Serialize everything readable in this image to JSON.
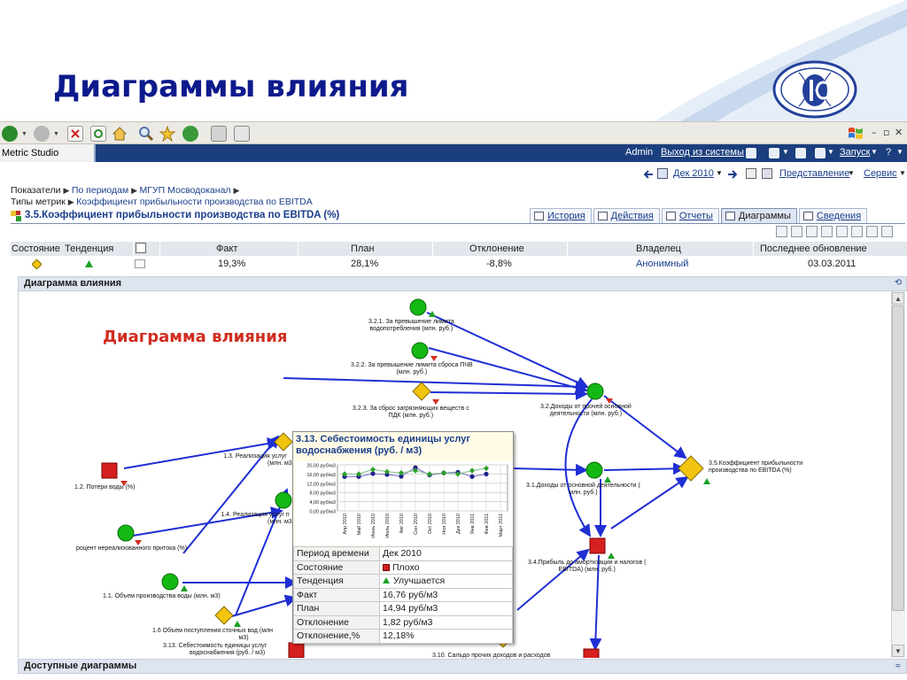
{
  "slide": {
    "title": "Диаграммы влияния"
  },
  "app": {
    "name": "Metric Studio",
    "user": "Admin",
    "logout": "Выход из системы",
    "launch": "Запуск",
    "help": "?"
  },
  "toolbar2": {
    "period": "Дек 2010",
    "view": "Представление",
    "service": "Сервис"
  },
  "breadcrumb": {
    "line1_label": "Показатели",
    "line1": [
      "По периодам",
      "МГУП Мосводоканал"
    ],
    "line2_label": "Типы метрик",
    "line2": [
      "Коэффициент прибыльности производства по EBITDA"
    ]
  },
  "metric_title": "3.5.Коэффициент прибыльности производства по EBITDA (%)",
  "tabs": [
    {
      "label": "История",
      "active": false
    },
    {
      "label": "Действия",
      "active": false
    },
    {
      "label": "Отчеты",
      "active": false
    },
    {
      "label": "Диаграммы",
      "active": true
    },
    {
      "label": "Сведения",
      "active": false
    }
  ],
  "metric_table": {
    "headers": [
      "Состояние",
      "Тенденция",
      "Факт",
      "План",
      "Отклонение",
      "Владелец",
      "Последнее обновление"
    ],
    "row": {
      "fact": "19,3%",
      "plan": "28,1%",
      "deviation": "-8,8%",
      "owner": "Анонимный",
      "updated": "03.03.2011"
    }
  },
  "panel_diagram": "Диаграмма влияния",
  "panel_available": "Доступные диаграммы",
  "diagram": {
    "heading": "Диаграмма влияния",
    "nodes": [
      {
        "id": "n321",
        "label": [
          "3.2.1. За превышение лимита",
          "водопотребления  (млн. руб.)"
        ]
      },
      {
        "id": "n322",
        "label": [
          "3.2.2. За превышение лимита сброса ПЧВ",
          "(млн. руб.)"
        ]
      },
      {
        "id": "n323",
        "label": [
          "3.2.3. За сброс загрязняющих веществ с",
          "ПДК  (млн. руб.)"
        ]
      },
      {
        "id": "n32",
        "label": [
          "3.2.Доходы от прочей основной",
          "деятельности  (млн. руб.)"
        ]
      },
      {
        "id": "n35",
        "label": [
          "3.5.Коэффициент прибыльности",
          "производства по EBITDA  (%)"
        ]
      },
      {
        "id": "n31",
        "label": [
          "3.1.Доходы от основной деятельности   (",
          "млн. руб.)"
        ]
      },
      {
        "id": "n34",
        "label": [
          "3.4.Прибыль до амортизации и налогов (",
          "EBITDA)  (млн. руб.)"
        ]
      },
      {
        "id": "n13",
        "label": [
          "1.3. Реализация услуг",
          "(млн. м3)"
        ]
      },
      {
        "id": "n12",
        "label": [
          "1.2. Потери воды  (%)"
        ]
      },
      {
        "id": "n14",
        "label": [
          "1.4. Реализация услуг п",
          "(млн. м3)"
        ]
      },
      {
        "id": "nunr",
        "label": [
          "роцент нереализованного притока  (%)"
        ]
      },
      {
        "id": "n11",
        "label": [
          "1.1. Объем производства воды  (млн. м3)"
        ]
      },
      {
        "id": "n16",
        "label": [
          "1.6 Объем поступления сточных вод  (млн",
          "м3)"
        ]
      },
      {
        "id": "n313",
        "label": [
          "3.13. Себестоимость единицы услуг",
          "водоснабжения  (руб. / м3)"
        ]
      },
      {
        "id": "n310",
        "label": [
          "3.10. Сальдо прочих доходов и расходов"
        ]
      }
    ]
  },
  "popup": {
    "title": "3.13. Себестоимость единицы услуг водоснабжения (руб. / м3)",
    "rows": [
      {
        "k": "Период времени",
        "v": "Дек 2010"
      },
      {
        "k": "Состояние",
        "v": "Плохо"
      },
      {
        "k": "Тенденция",
        "v": "Улучшается"
      },
      {
        "k": "Факт",
        "v": "16,76 руб/м3"
      },
      {
        "k": "План",
        "v": "14,94 руб/м3"
      },
      {
        "k": "Отклонение",
        "v": "1,82 руб/м3"
      },
      {
        "k": "Отклонение,%",
        "v": "12,18%"
      }
    ]
  },
  "chart_data": {
    "type": "line",
    "categories": [
      "Апр 2010",
      "Май 2010",
      "Июнь 2010",
      "Июль 2010",
      "Авг 2010",
      "Сен 2010",
      "Окт 2010",
      "Ноя 2010",
      "Дек 2010",
      "Янв 2011",
      "Фев 2011",
      "Март 2011"
    ],
    "y_ticks": [
      "20,00 руб/м3",
      "16,00 руб/м3",
      "12,00 руб/м3",
      "8,00 руб/м3",
      "4,00 руб/м3",
      "0,00 руб/м3"
    ],
    "ylim": [
      0,
      20
    ],
    "series": [
      {
        "values": [
          14.9,
          14.9,
          16.2,
          15.8,
          15.0,
          18.8,
          15.6,
          16.5,
          16.8,
          14.9,
          16.0,
          null
        ],
        "color": "#20208c",
        "marker": "circle"
      },
      {
        "values": [
          16.0,
          16.0,
          18.0,
          17.0,
          16.5,
          17.5,
          16.0,
          16.5,
          16.0,
          17.5,
          18.5,
          null
        ],
        "color": "#2aa02a",
        "marker": "diamond"
      }
    ],
    "grid": true
  }
}
